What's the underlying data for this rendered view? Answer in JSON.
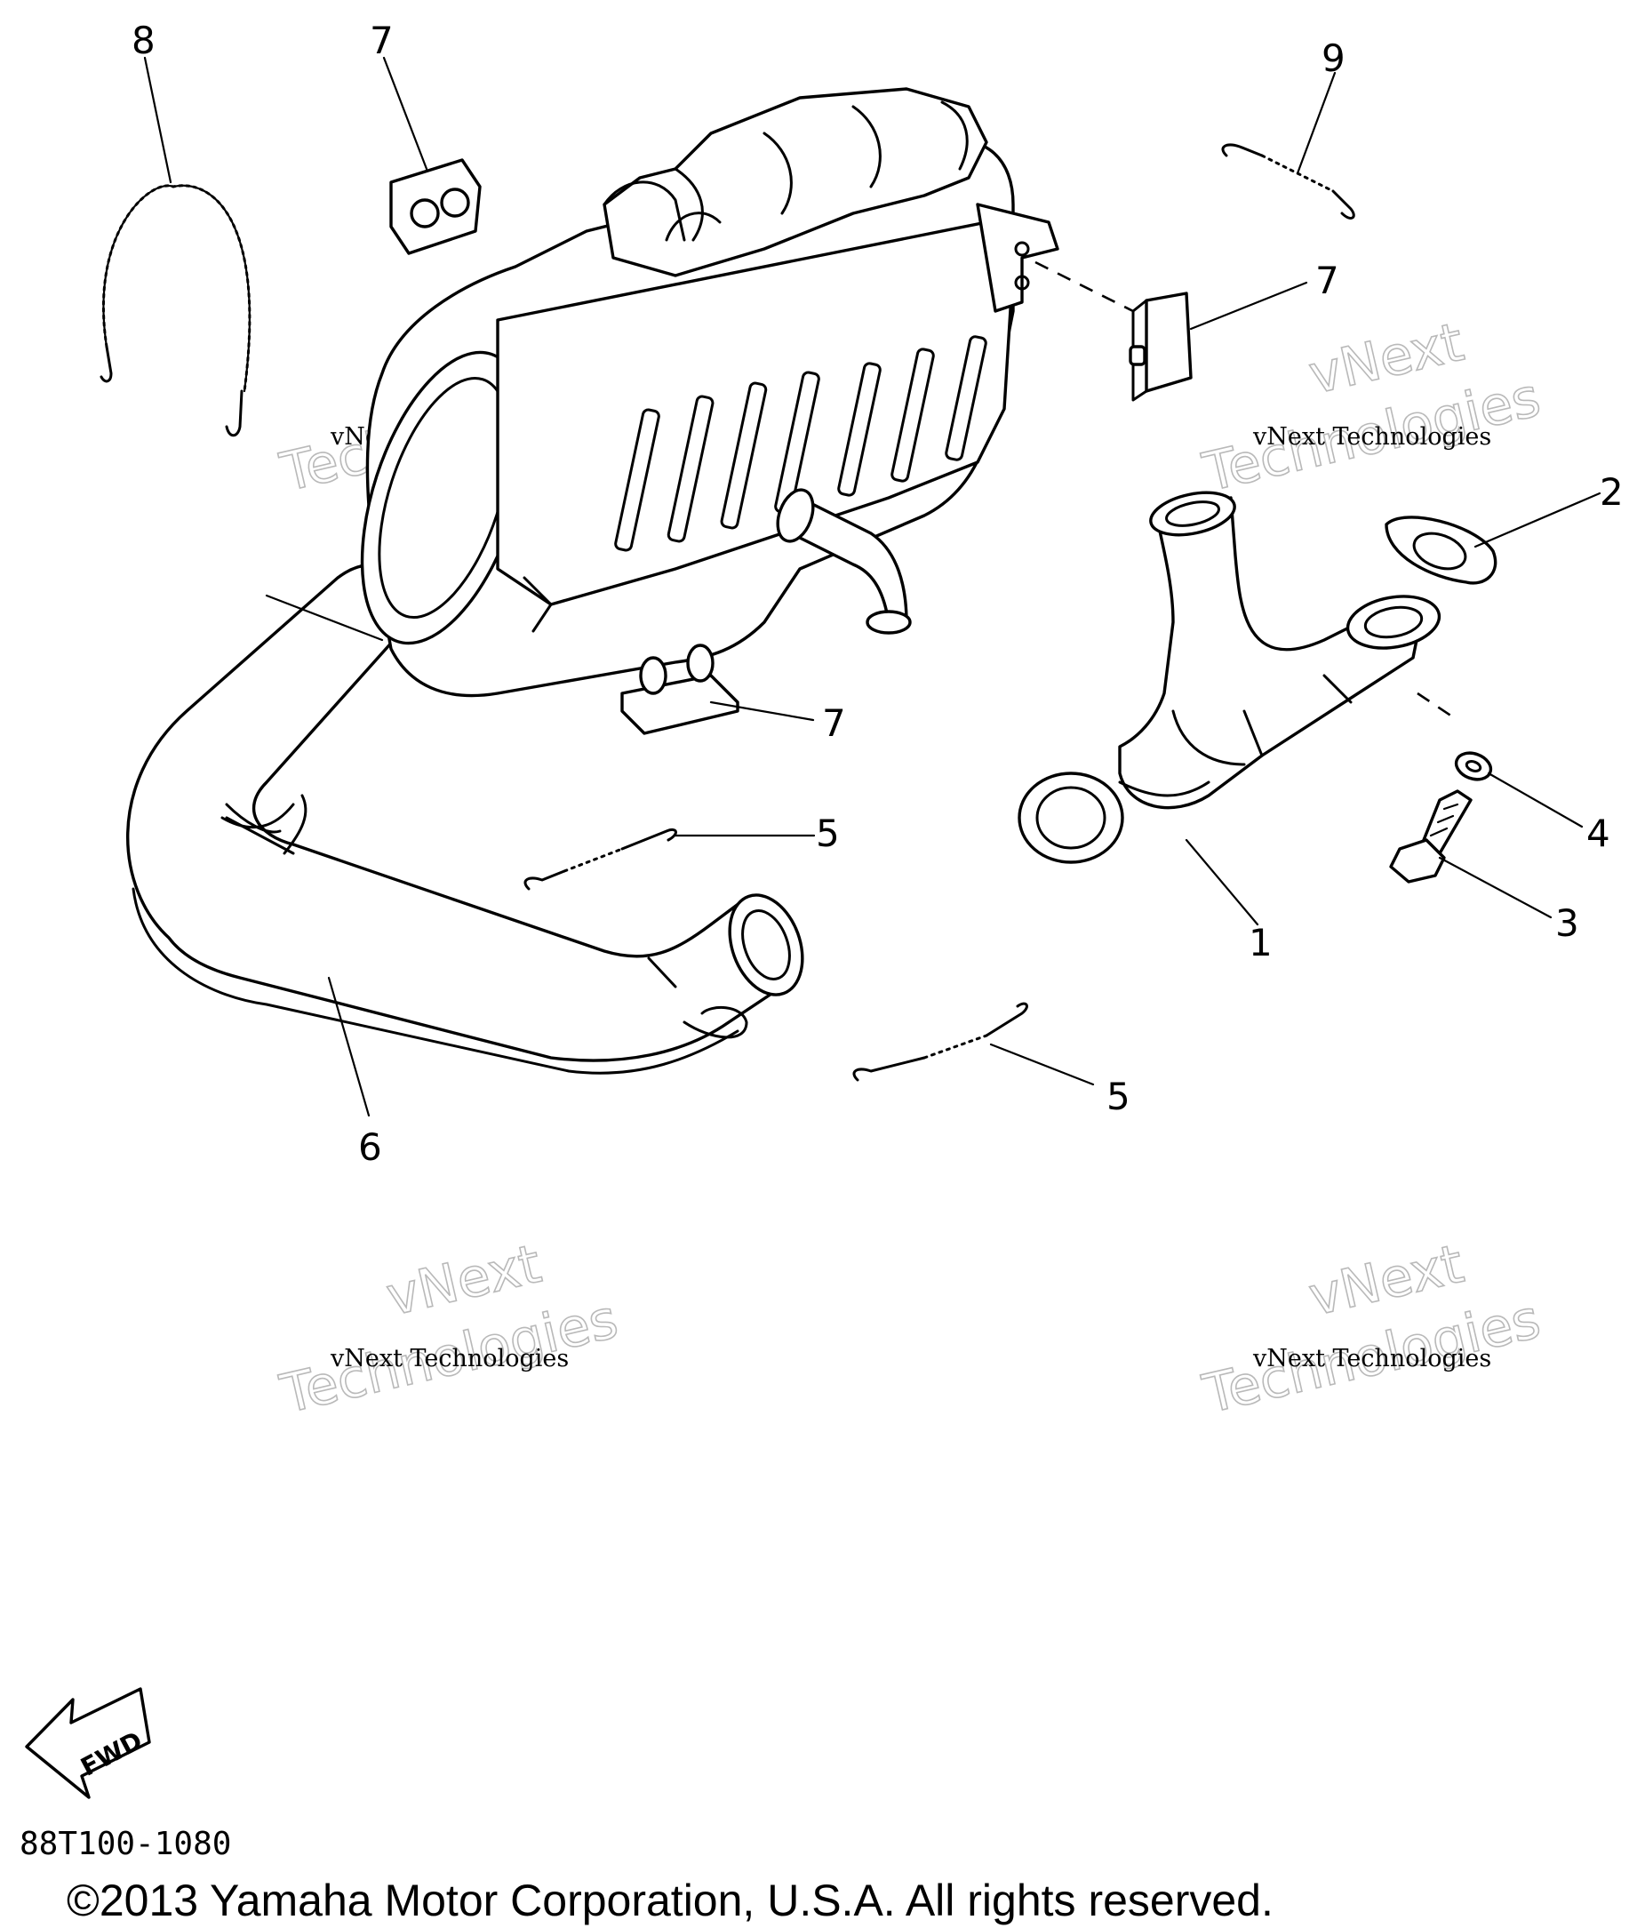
{
  "callouts": {
    "c1": "1",
    "c2": "2",
    "c3": "3",
    "c4": "4",
    "c5a": "5",
    "c5b": "5",
    "c6": "6",
    "c7a": "7",
    "c7b": "7",
    "c7c": "7",
    "c8": "8",
    "c9": "9"
  },
  "watermark": {
    "line_small": "vNext Technologies",
    "word1": "vNext",
    "word2": "Technologies"
  },
  "fwd_label": "FWD",
  "diagram_code": "88T100-1080",
  "copyright": "©2013 Yamaha Motor Corporation, U.S.A. All rights reserved."
}
